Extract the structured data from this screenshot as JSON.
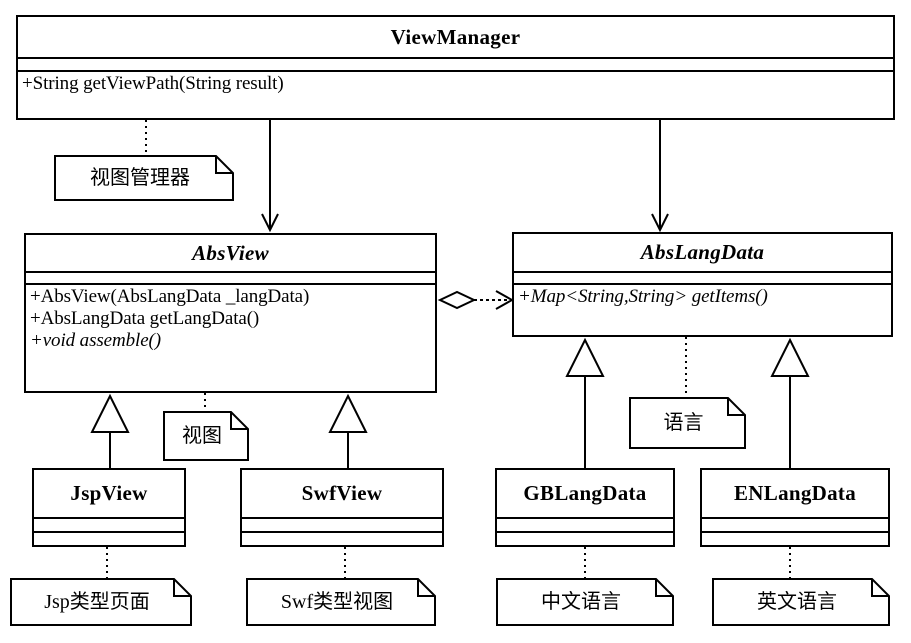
{
  "diagram": {
    "title": "ViewManager UML Class Diagram",
    "stroke_color": "#000000",
    "background_color": "#ffffff"
  },
  "classes": {
    "view_manager": {
      "name": "ViewManager",
      "stereotype": "",
      "abstract": false,
      "attributes": [],
      "operations": [
        {
          "text": "+String getViewPath(String result)",
          "abstract": false
        }
      ]
    },
    "abs_view": {
      "name": "AbsView",
      "abstract": true,
      "attributes": [],
      "operations": [
        {
          "text": "+AbsView(AbsLangData _langData)",
          "abstract": false
        },
        {
          "text": "+AbsLangData getLangData()",
          "abstract": false
        },
        {
          "text": "+void assemble()",
          "abstract": true
        }
      ]
    },
    "abs_lang_data": {
      "name": "AbsLangData",
      "abstract": true,
      "attributes": [],
      "operations": [
        {
          "text": "+Map<String,String> getItems()",
          "abstract": true
        }
      ]
    },
    "jsp_view": {
      "name": "JspView",
      "abstract": false,
      "attributes": [],
      "operations": []
    },
    "swf_view": {
      "name": "SwfView",
      "abstract": false,
      "attributes": [],
      "operations": []
    },
    "gb_lang_data": {
      "name": "GBLangData",
      "abstract": false,
      "attributes": [],
      "operations": []
    },
    "en_lang_data": {
      "name": "ENLangData",
      "abstract": false,
      "attributes": [],
      "operations": []
    }
  },
  "notes": {
    "view_manager_note": {
      "text": "视图管理器",
      "attached_to": "ViewManager"
    },
    "abs_view_note": {
      "text": "视图",
      "attached_to": "AbsView"
    },
    "abs_lang_data_note": {
      "text": "语言",
      "attached_to": "AbsLangData"
    },
    "jsp_view_note": {
      "text": "Jsp类型页面",
      "attached_to": "JspView"
    },
    "swf_view_note": {
      "text": "Swf类型视图",
      "attached_to": "SwfView"
    },
    "gb_lang_data_note": {
      "text": "中文语言",
      "attached_to": "GBLangData"
    },
    "en_lang_data_note": {
      "text": "英文语言",
      "attached_to": "ENLangData"
    }
  },
  "relationships": [
    {
      "type": "dependency-arrow",
      "from": "ViewManager",
      "to": "AbsView"
    },
    {
      "type": "dependency-arrow",
      "from": "ViewManager",
      "to": "AbsLangData"
    },
    {
      "type": "aggregation",
      "from": "AbsView",
      "to": "AbsLangData"
    },
    {
      "type": "generalization",
      "from": "JspView",
      "to": "AbsView"
    },
    {
      "type": "generalization",
      "from": "SwfView",
      "to": "AbsView"
    },
    {
      "type": "generalization",
      "from": "GBLangData",
      "to": "AbsLangData"
    },
    {
      "type": "generalization",
      "from": "ENLangData",
      "to": "AbsLangData"
    },
    {
      "type": "note-anchor",
      "from": "视图管理器",
      "to": "ViewManager"
    },
    {
      "type": "note-anchor",
      "from": "视图",
      "to": "AbsView"
    },
    {
      "type": "note-anchor",
      "from": "语言",
      "to": "AbsLangData"
    },
    {
      "type": "note-anchor",
      "from": "Jsp类型页面",
      "to": "JspView"
    },
    {
      "type": "note-anchor",
      "from": "Swf类型视图",
      "to": "SwfView"
    },
    {
      "type": "note-anchor",
      "from": "中文语言",
      "to": "GBLangData"
    },
    {
      "type": "note-anchor",
      "from": "英文语言",
      "to": "ENLangData"
    }
  ]
}
